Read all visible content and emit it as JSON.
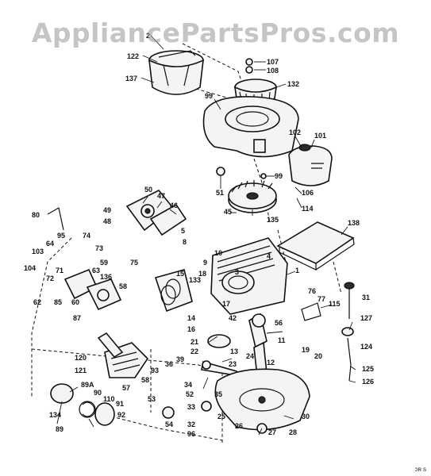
{
  "watermark": "AppliancePartsPros.com",
  "corner_note": "ɔʀ s",
  "callouts": [
    "2",
    "122",
    "137",
    "107",
    "108",
    "132",
    "99",
    "102",
    "101",
    "51",
    "99",
    "106",
    "114",
    "50",
    "47",
    "46",
    "49",
    "48",
    "80",
    "95",
    "74",
    "64",
    "73",
    "103",
    "104",
    "72",
    "71",
    "63",
    "136",
    "59",
    "58",
    "62",
    "85",
    "60",
    "75",
    "87",
    "5",
    "8",
    "10",
    "9",
    "4",
    "15",
    "18",
    "133",
    "3",
    "135",
    "45",
    "138",
    "1",
    "31",
    "76",
    "77",
    "115",
    "56",
    "127",
    "124",
    "17",
    "14",
    "16",
    "42",
    "13",
    "11",
    "21",
    "22",
    "23",
    "24",
    "12",
    "19",
    "20",
    "126",
    "125",
    "120",
    "121",
    "36",
    "39",
    "93",
    "58",
    "57",
    "53",
    "52",
    "34",
    "35",
    "32",
    "33",
    "96",
    "54",
    "30",
    "26",
    "27",
    "28",
    "25",
    "89A",
    "90",
    "110",
    "91",
    "92",
    "134",
    "89"
  ],
  "colors": {
    "ink": "#111111",
    "paper": "#ffffff",
    "watermark": "#969696"
  }
}
